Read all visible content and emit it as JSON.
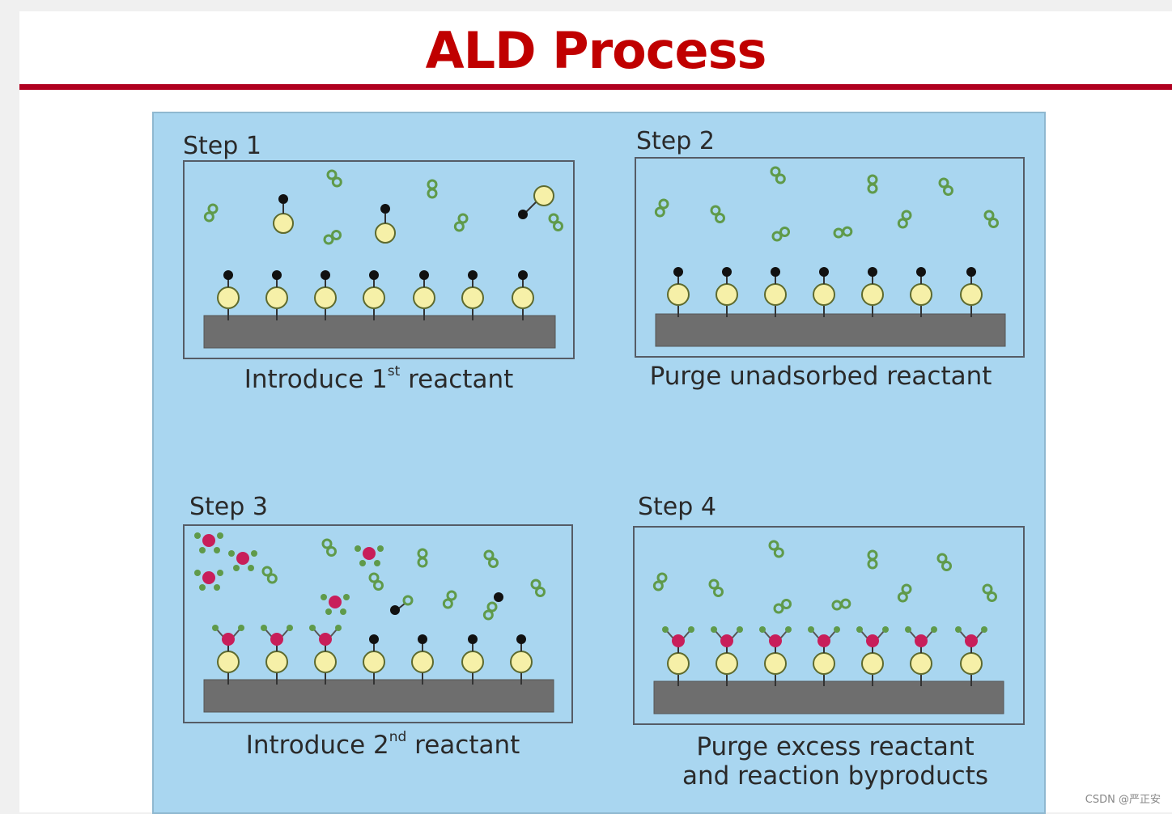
{
  "title": "ALD Process",
  "colors": {
    "title": "#c00000",
    "rule": "#b00020",
    "background": "#a9d6f0",
    "substrate": "#6e6e6e",
    "bead": "#f6f0a8",
    "black_atom": "#111111",
    "green_atom": "#5f9a4a",
    "pink_atom": "#c81e5a"
  },
  "steps": [
    {
      "label": "Step 1",
      "caption_pre": "Introduce 1",
      "caption_sup": "st",
      "caption_post": " reactant"
    },
    {
      "label": "Step 2",
      "caption_line1": "Purge unadsorbed reactant"
    },
    {
      "label": "Step 3",
      "caption_pre": "Introduce 2",
      "caption_sup": "nd",
      "caption_post": " reactant"
    },
    {
      "label": "Step 4",
      "caption_line1": "Purge excess reactant",
      "caption_line2": "and reaction byproducts"
    }
  ],
  "watermark": "CSDN @严正安"
}
